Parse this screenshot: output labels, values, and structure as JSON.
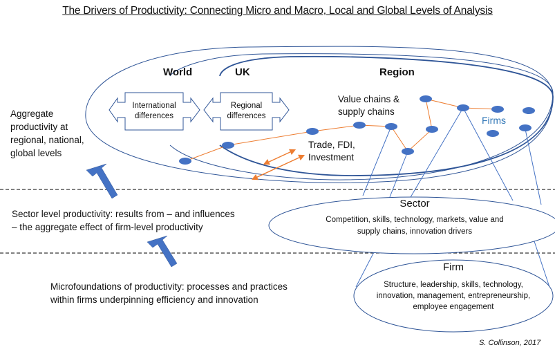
{
  "title": "The Drivers of Productivity: Connecting Micro and Macro, Local and Global Levels of Analysis",
  "levels": {
    "world": "World",
    "uk": "UK",
    "region": "Region"
  },
  "boxes": {
    "international": [
      "International",
      "differences"
    ],
    "regional": [
      "Regional",
      "differences"
    ]
  },
  "labels": {
    "value_chains": [
      "Value chains &",
      "supply chains"
    ],
    "trade": [
      "Trade, FDI,",
      "Investment"
    ],
    "firms": "Firms"
  },
  "left_text": {
    "aggregate": [
      "Aggregate",
      "productivity at",
      "regional, national,",
      "global levels"
    ],
    "sector": [
      "Sector level productivity: results from – and influences",
      "–  the aggregate effect of firm-level productivity"
    ],
    "micro": [
      "Microfoundations of productivity: processes and practices",
      "within firms underpinning efficiency and innovation"
    ]
  },
  "sector": {
    "title": "Sector",
    "body": [
      "Competition,  skills, technology, markets, value and",
      "supply chains, innovation drivers"
    ]
  },
  "firm": {
    "title": "Firm",
    "body": [
      "Structure, leadership, skills,  technology,",
      "innovation,  management, entrepreneurship,",
      "employee engagement"
    ]
  },
  "credit": "S. Collinson,  2017",
  "colors": {
    "ellipse": "#2f5597",
    "line": "#4472c4",
    "node": "#4472c4",
    "chain": "#ed7d31",
    "firms_text": "#2e75b6"
  }
}
